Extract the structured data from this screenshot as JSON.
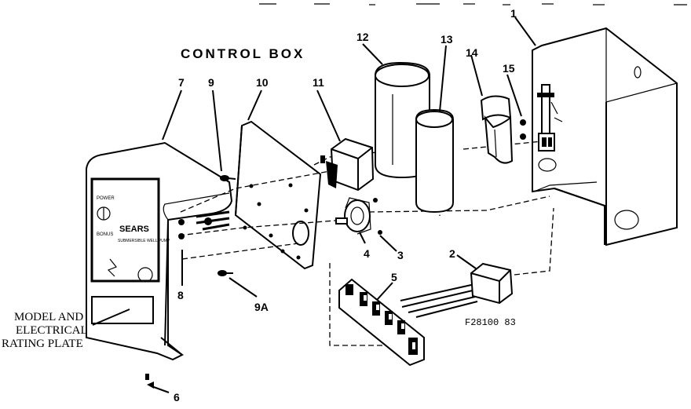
{
  "diagram": {
    "title": "CONTROL BOX",
    "figure_code": "F28100  83",
    "model_plate_caption": [
      "MODEL AND",
      "ELECTRICAL",
      "RATING PLATE"
    ],
    "part_numbers": {
      "p1": "1",
      "p2": "2",
      "p3": "3",
      "p4": "4",
      "p5": "5",
      "p6": "6",
      "p7": "7",
      "p8": "8",
      "p9": "9",
      "p9a": "9A",
      "p10": "10",
      "p11": "11",
      "p12": "12",
      "p13": "13",
      "p14": "14",
      "p15": "15"
    },
    "front_panel_text": {
      "brand": "SEARS",
      "product": "SUBMERSIBLE WELL PUMP",
      "left_top": "POWER",
      "left_bottom": "BONUS"
    }
  }
}
